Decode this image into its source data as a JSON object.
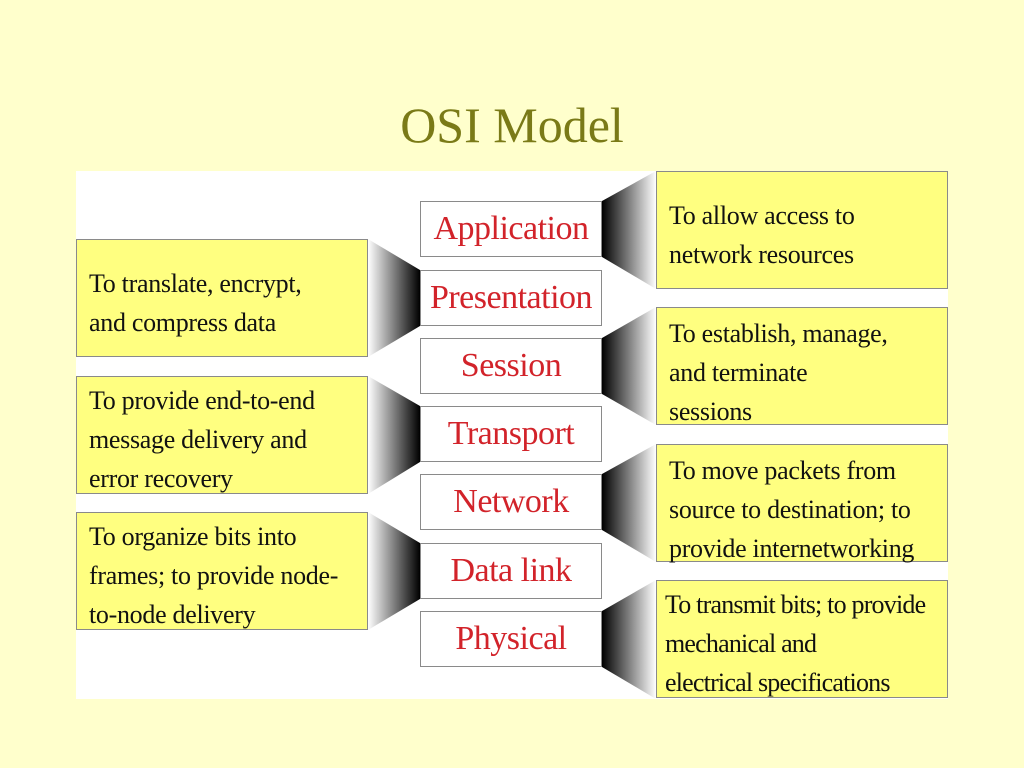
{
  "slide": {
    "title": "OSI Model"
  },
  "layers": [
    {
      "name": "Application"
    },
    {
      "name": "Presentation"
    },
    {
      "name": "Session"
    },
    {
      "name": "Transport"
    },
    {
      "name": "Network"
    },
    {
      "name": "Data link"
    },
    {
      "name": "Physical"
    }
  ],
  "descriptions": {
    "application": "To allow access to\nnetwork resources",
    "presentation": "To translate, encrypt,\nand compress data",
    "session": "To establish, manage,\nand terminate\nsessions",
    "transport": "To provide end-to-end\nmessage delivery and\nerror recovery",
    "network": "To move packets from\nsource to destination; to\nprovide internetworking",
    "data_link": "To organize bits into\nframes; to provide node-\nto-node delivery",
    "physical": "To transmit bits; to provide\n mechanical and\nelectrical specifications"
  },
  "colors": {
    "background": "#ffffcc",
    "title": "#7a7a17",
    "layer_text": "#d2232a",
    "description_fill": "#ffff80"
  }
}
